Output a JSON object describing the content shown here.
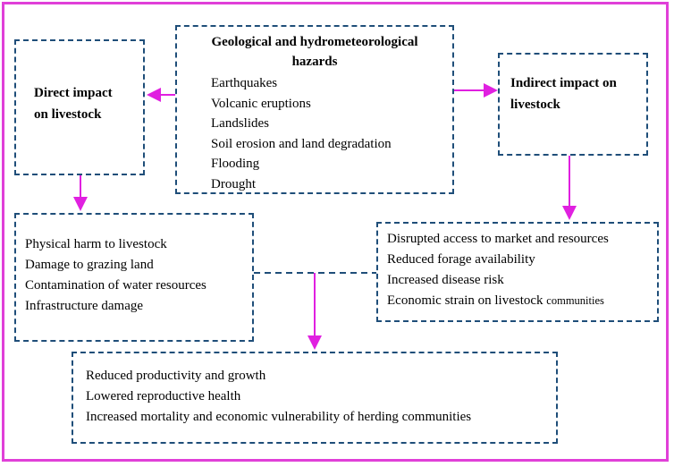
{
  "hazards": {
    "title_line1": "Geological and hydrometeorological",
    "title_line2": "hazards",
    "items": [
      "Earthquakes",
      "Volcanic eruptions",
      "Landslides",
      "Soil erosion and land degradation",
      "Flooding",
      "Drought"
    ]
  },
  "direct": {
    "line1": "Direct impact",
    "line2": "on livestock"
  },
  "indirect": {
    "line1": "Indirect impact on",
    "line2": "livestock"
  },
  "direct_effects": [
    "Physical harm to livestock",
    "Damage to grazing land",
    "Contamination of water resources",
    "Infrastructure damage"
  ],
  "indirect_effects": {
    "items": [
      "Disrupted access to market and resources",
      "Reduced forage availability",
      "Increased disease risk"
    ],
    "last_main": "Economic strain on livestock",
    "last_small": "communities"
  },
  "outcomes": [
    "Reduced productivity and growth",
    "Lowered reproductive health",
    "Increased mortality and economic vulnerability of herding communities"
  ],
  "colors": {
    "frame": "#e040d8",
    "arrow": "#e020e0",
    "box_border": "#1f4e79"
  }
}
